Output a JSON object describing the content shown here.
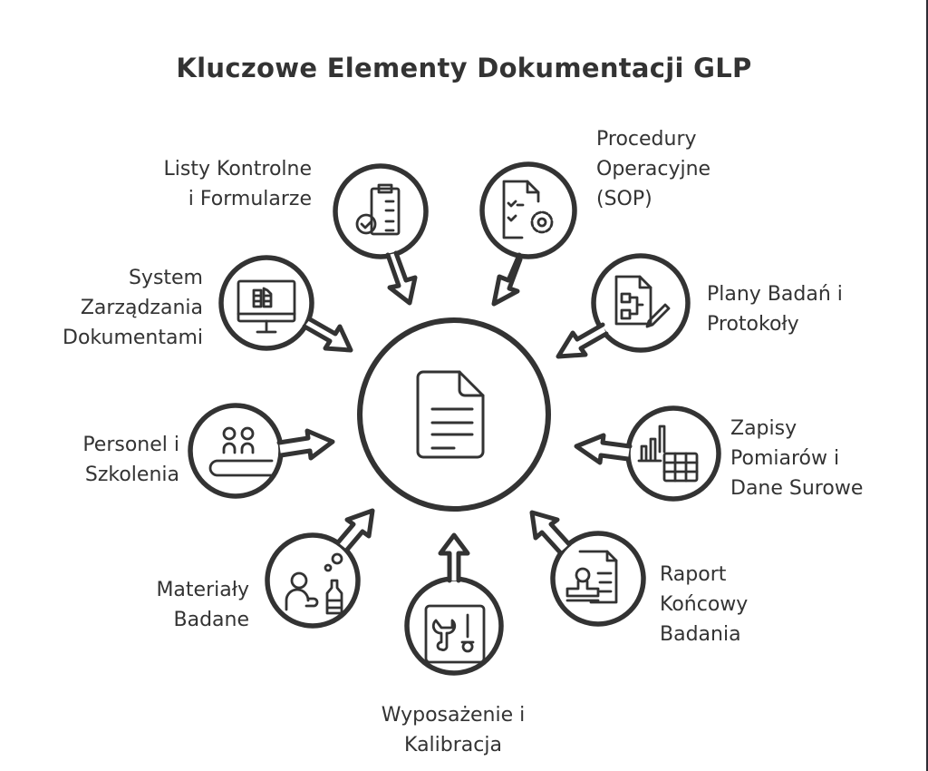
{
  "title": "Kluczowe Elementy Dokumentacji GLP",
  "colors": {
    "stroke": "#333333",
    "background": "#ffffff"
  },
  "center": {
    "icon": "document-icon"
  },
  "nodes": [
    {
      "id": "listy",
      "lines": [
        "Listy Kontrolne",
        "i Formularze"
      ],
      "icon": "clipboard-check-icon"
    },
    {
      "id": "sop",
      "lines": [
        "Procedury",
        "Operacyjne",
        "(SOP)"
      ],
      "icon": "document-gear-icon"
    },
    {
      "id": "system",
      "lines": [
        "System",
        "Zarządzania",
        "Dokumentami"
      ],
      "icon": "computer-monitor-icon"
    },
    {
      "id": "plany",
      "lines": [
        "Plany Badań i",
        "Protokoły"
      ],
      "icon": "flowchart-pencil-icon"
    },
    {
      "id": "personel",
      "lines": [
        "Personel i",
        "Szkolenia"
      ],
      "icon": "people-training-icon"
    },
    {
      "id": "zapisy",
      "lines": [
        "Zapisy",
        "Pomiarów i",
        "Dane Surowe"
      ],
      "icon": "chart-table-icon"
    },
    {
      "id": "materialy",
      "lines": [
        "Materiały",
        "Badane"
      ],
      "icon": "person-bottle-icon"
    },
    {
      "id": "raport",
      "lines": [
        "Raport",
        "Końcowy",
        "Badania"
      ],
      "icon": "stamp-document-icon"
    },
    {
      "id": "wyposazenie",
      "lines": [
        "Wyposażenie i",
        "Kalibracja"
      ],
      "icon": "tools-calibration-icon"
    }
  ]
}
